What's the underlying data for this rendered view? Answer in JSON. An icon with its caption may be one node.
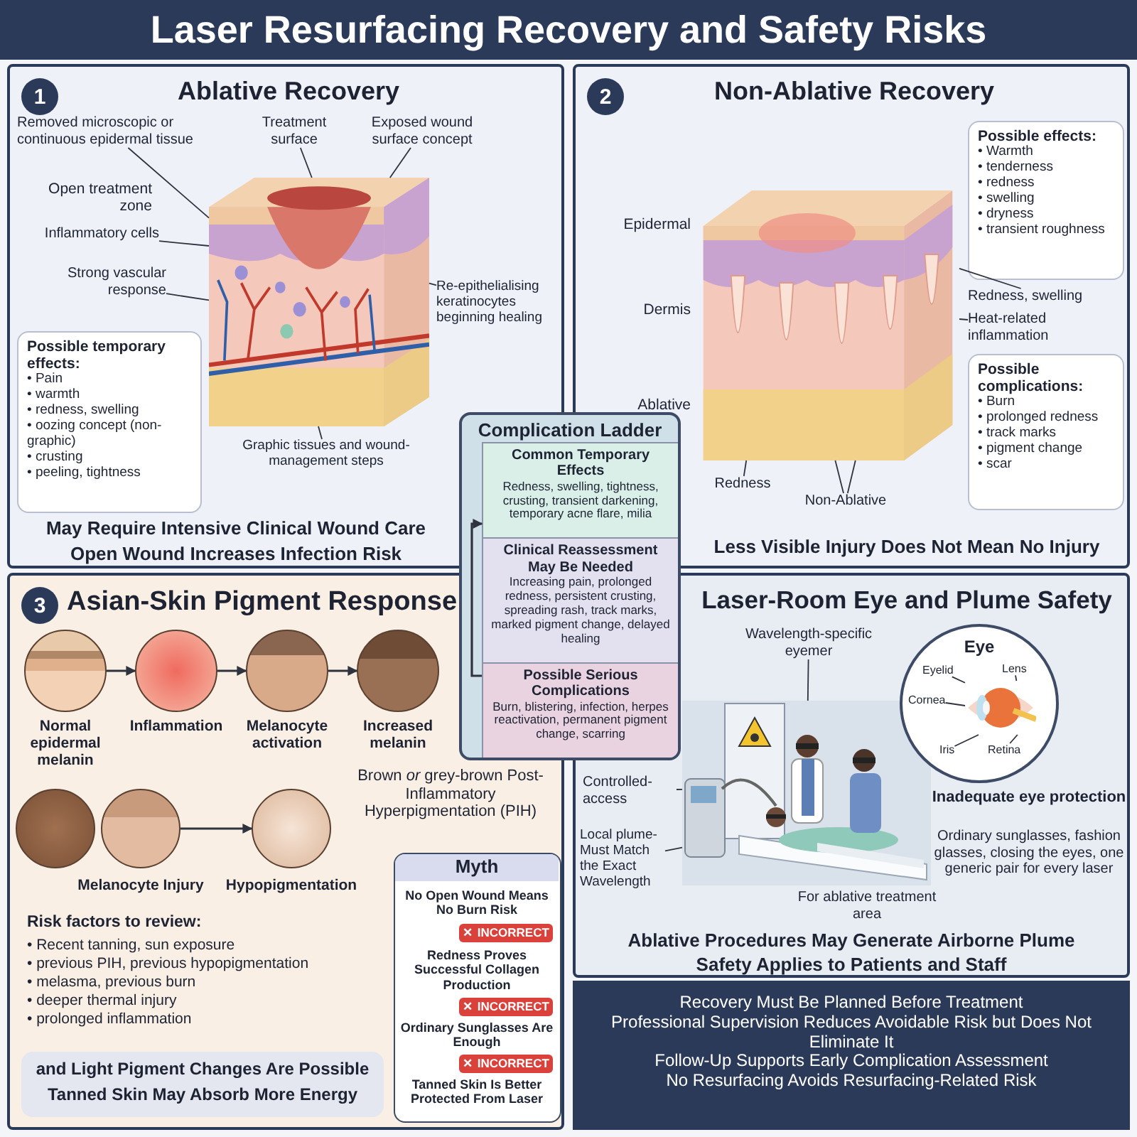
{
  "diagram": {
    "title": "Laser Resurfacing Recovery and Safety Risks",
    "nodes": [
      {
        "text": [
          "Ablative Recovery",
          "May Require Intensive Clinical Wound Care",
          "Open Wound Increases Infection Risk"
        ]
      },
      {
        "text": [
          "1"
        ],
        "in": 0
      },
      {
        "text": [],
        "shape": "picture",
        "in": 0
      },
      {
        "text": [
          "Removed microscopic or continuous epidermal tissue"
        ],
        "in": 0
      },
      {
        "text": [
          "Treatment surface"
        ],
        "in": 0
      },
      {
        "text": [
          "Exposed wound surface concept"
        ],
        "in": 0
      },
      {
        "text": [
          "Inflammatory cells"
        ],
        "in": 0
      },
      {
        "text": [
          "Strong vascular response"
        ],
        "in": 0
      },
      {
        "text": [
          "Re-epithelialising keratinocytes beginning healing"
        ],
        "in": 0
      },
      {
        "text": [
          "Possible temporary effects:",
          "• Pain",
          "• warmth",
          "• redness, swelling",
          "• oozing concept (non-graphic)",
          "• crusting",
          "• peeling, tightness"
        ],
        "in": 0
      },
      {
        "text": [
          "Graphic tissues and wound-management steps"
        ],
        "in": 0
      },
      {
        "text": [
          "Non-Ablative Recovery",
          "Less Visible Injury Does Not Mean No Injury"
        ]
      },
      {
        "text": [
          "2"
        ],
        "in": 11
      },
      {
        "text": [],
        "shape": "picture",
        "in": 11
      },
      {
        "text": [
          "Possible effects:",
          "• Warmth",
          "• tenderness",
          "• redness",
          "• swelling",
          "• dryness",
          "• transient roughness"
        ],
        "in": 11
      },
      {
        "text": [
          "Redness, swelling"
        ],
        "in": 11
      },
      {
        "text": [
          "Heat-related inflammation"
        ],
        "in": 11
      },
      {
        "text": [
          "Redness"
        ],
        "in": 11
      },
      {
        "text": [
          "Non-Ablative"
        ],
        "in": 11
      },
      {
        "text": [
          "Possible complications:",
          "• Burn",
          "• prolonged redness",
          "• track marks",
          "• pigment change",
          "• scar"
        ],
        "in": 11
      },
      {
        "text": [
          "Asian-Skin Pigment Response"
        ]
      },
      {
        "text": [
          "3"
        ],
        "in": 20
      },
      {
        "text": [],
        "shape": "circle",
        "in": 20,
        "beside": [
          "Normal epidermal melanin"
        ]
      },
      {
        "text": [],
        "shape": "circle",
        "in": 20,
        "beside": [
          "Inflammation"
        ]
      },
      {
        "text": [],
        "shape": "circle",
        "in": 20,
        "beside": [
          "Melanocyte activation"
        ]
      },
      {
        "text": [],
        "shape": "circle",
        "in": 20,
        "beside": [
          "Increased melanin"
        ]
      },
      {
        "text": [],
        "shape": "circle",
        "in": 20
      },
      {
        "text": [],
        "shape": "circle",
        "in": 20,
        "beside": [
          "Melanocyte Injury"
        ]
      },
      {
        "text": [],
        "shape": "circle",
        "in": 20,
        "beside": [
          "Hypopigmentation"
        ]
      },
      {
        "text": [
          "and Light Pigment Changes Are Possible",
          "Tanned Skin May Absorb More Energy"
        ],
        "in": 20
      },
      {
        "text": [
          "Complication Ladder"
        ]
      },
      {
        "text": [
          "Common Temporary Effects",
          "Redness, swelling, tightness, crusting, transient darkening, temporary acne flare, milia"
        ],
        "in": 30
      },
      {
        "text": [
          "Clinical Reassessment May Be Needed",
          "Increasing pain, prolonged redness, persistent crusting, spreading rash, track marks, marked pigment change, delayed healing"
        ],
        "in": 30
      },
      {
        "text": [
          "Possible Serious Complications",
          "Burn, blistering, infection, herpes reactivation, permanent pigment change, scarring"
        ],
        "in": 30
      },
      {
        "text": [
          "Myth",
          "No Open Wound Means No Burn Risk",
          "Redness Proves Successful Collagen Production",
          "Ordinary Sunglasses Are Enough",
          "Tanned Skin Is Better Protected From Laser"
        ],
        "in": 20
      },
      {
        "text": [
          "✕ INCORRECT"
        ],
        "in": 34
      },
      {
        "text": [
          "✕ INCORRECT"
        ],
        "in": 34
      },
      {
        "text": [
          "✕ INCORRECT"
        ],
        "in": 34
      },
      {
        "text": [
          "Laser-Room Eye and Plume Safety",
          "Ablative Procedures May Generate Airborne Plume",
          "Safety Applies to Patients and Staff"
        ]
      },
      {
        "text": [],
        "shape": "picture",
        "in": 38,
        "beside": [
          "For ablative treatment area"
        ]
      },
      {
        "text": [
          "Eye"
        ],
        "in": 38
      },
      {
        "text": [],
        "shape": "picture",
        "in": 40
      },
      {
        "text": [
          "Eyelid"
        ],
        "in": 40
      },
      {
        "text": [
          "Cornea"
        ],
        "in": 40
      },
      {
        "text": [
          "Lens"
        ],
        "in": 40
      },
      {
        "text": [
          "Iris"
        ],
        "in": 40
      },
      {
        "text": [
          "Retina"
        ],
        "in": 40
      },
      {
        "text": [
          "Wavelength-specific eyemer"
        ],
        "in": 38
      },
      {
        "text": [
          "Controlled-access"
        ],
        "in": 38
      },
      {
        "text": [
          "Local plume- Must Match the Exact Wavelength"
        ],
        "in": 38
      },
      {
        "text": [
          "Recovery Must Be Planned Before Treatment",
          "Professional Supervision Reduces Avoidable Risk but Does Not Eliminate It",
          "Follow-Up Supports Early Complication Assessment",
          "No Resurfacing Avoids Resurfacing-Related Risk"
        ]
      }
    ],
    "edges": [
      {
        "from": 3,
        "to": 2,
        "arrow": "none"
      },
      {
        "from": 4,
        "to": 2,
        "arrow": "none"
      },
      {
        "from": 5,
        "to": 2,
        "arrow": "none"
      },
      {
        "from": 6,
        "to": 2,
        "arrow": "none"
      },
      {
        "from": 7,
        "to": 2,
        "arrow": "none"
      },
      {
        "from": 8,
        "to": 2,
        "arrow": "none"
      },
      {
        "from": 10,
        "to": 2,
        "arrow": "none"
      },
      {
        "from": 15,
        "to": 13,
        "arrow": "none"
      },
      {
        "from": 16,
        "to": 13,
        "arrow": "none"
      },
      {
        "from": 17,
        "to": 13,
        "arrow": "none"
      },
      {
        "from": 18,
        "to": 13,
        "arrow": "none"
      },
      {
        "from": 18,
        "to": 13,
        "arrow": "none"
      },
      {
        "from": 22,
        "to": 23,
        "arrow": "to"
      },
      {
        "from": 23,
        "to": 24,
        "arrow": "to"
      },
      {
        "from": 24,
        "to": 25,
        "arrow": "to"
      },
      {
        "from": 27,
        "to": 28,
        "arrow": "to"
      },
      {
        "from": 42,
        "to": 41,
        "arrow": "none"
      },
      {
        "from": 43,
        "to": 41,
        "arrow": "none"
      },
      {
        "from": 44,
        "to": 41,
        "arrow": "none"
      },
      {
        "from": 45,
        "to": 41,
        "arrow": "none"
      },
      {
        "from": 46,
        "to": 41,
        "arrow": "none"
      },
      {
        "from": 47,
        "to": 39,
        "arrow": "none"
      },
      {
        "from": 48,
        "to": 39,
        "arrow": "none"
      },
      {
        "from": 49,
        "to": 39,
        "arrow": "none"
      },
      {
        "from": 33,
        "to": 31,
        "arrow": "to"
      }
    ],
    "labels": [
      "Open treatment zone",
      "Epidermal",
      "Dermis",
      "Ablative",
      "Brown *or* grey-brown Post-Inflammatory Hyperpigmentation (PIH)",
      "Risk factors to review:",
      "• Recent tanning, sun exposure",
      "• previous PIH, previous hypopigmentation",
      "• melasma, previous burn",
      "• deeper thermal injury",
      "• prolonged inflammation",
      "Inadequate eye protection",
      "Ordinary sunglasses, fashion glasses, closing the eyes, one generic pair for every laser"
    ]
  }
}
